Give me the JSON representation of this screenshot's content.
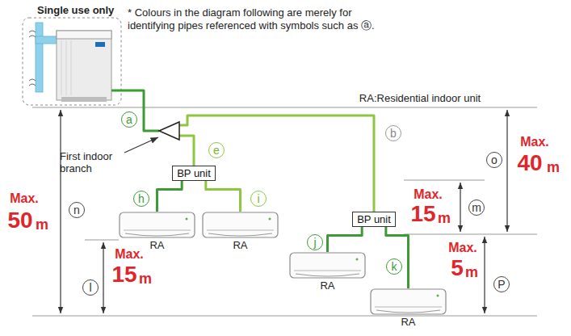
{
  "diagram": {
    "title": "Single use only",
    "nodes": [
      {
        "text": [
          "BP unit"
        ]
      },
      {
        "text": [
          "RA"
        ]
      },
      {
        "text": [
          "RA"
        ]
      },
      {
        "text": [
          "BP unit"
        ]
      },
      {
        "text": [
          "RA"
        ]
      },
      {
        "text": [
          "RA"
        ]
      }
    ],
    "edges": [
      {
        "from": 0,
        "to": 1,
        "arrow": "none"
      },
      {
        "from": 0,
        "to": 2,
        "arrow": "none"
      },
      {
        "from": 3,
        "to": 4,
        "arrow": "none"
      },
      {
        "from": 3,
        "to": 5,
        "arrow": "none"
      }
    ],
    "labels": [
      "* Colours in the diagram following are merely for identifying pipes referenced with symbols such as ⓐ.",
      "RA:Residential indoor unit",
      "First indoor branch",
      "a",
      "b",
      "e",
      "h",
      "i",
      "j",
      "k",
      "l",
      "m",
      "n",
      "o",
      "P",
      "Max.",
      "50",
      "m",
      "Max.",
      "40",
      "m",
      "Max.",
      "15",
      "m",
      "Max.",
      "15",
      "m",
      "Max.",
      "5",
      "m"
    ]
  }
}
